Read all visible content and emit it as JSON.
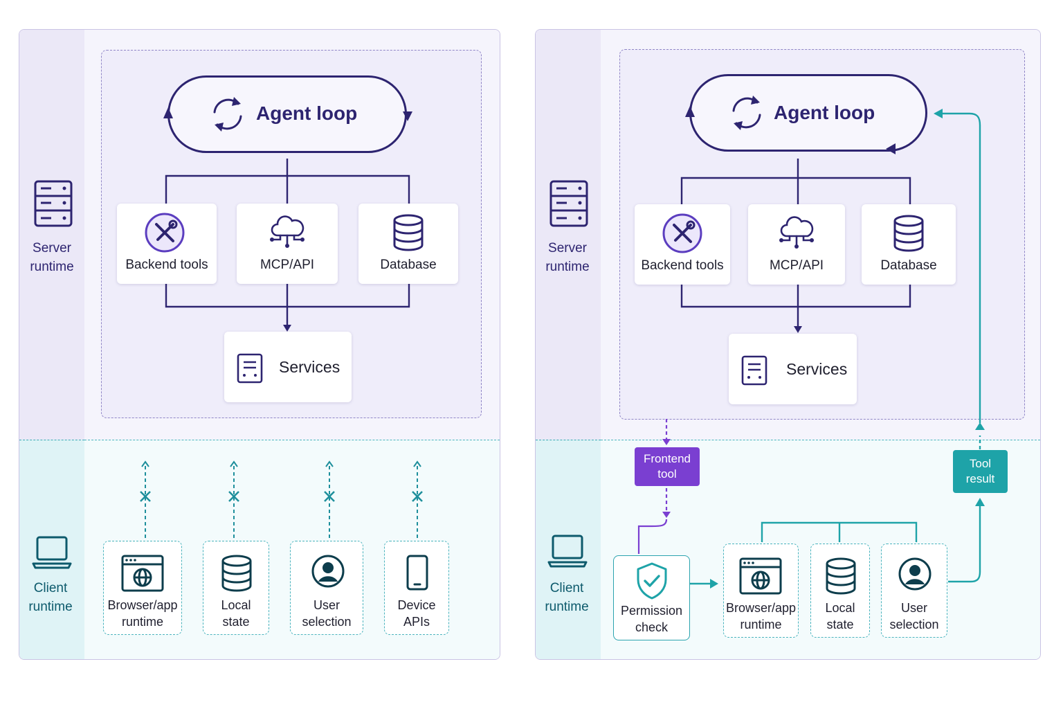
{
  "colors": {
    "navy": "#2d2470",
    "purple": "#7a3fd1",
    "teal": "#1ea3a8",
    "teal_dark": "#0d5a6c"
  },
  "left_panel": {
    "server_lane_label": "Server\nruntime",
    "client_lane_label": "Client\nruntime",
    "agent_loop_label": "Agent loop",
    "tools": [
      "Backend tools",
      "MCP/API",
      "Database"
    ],
    "services_label": "Services",
    "client_items": [
      "Browser/app\nruntime",
      "Local\nstate",
      "User\nselection",
      "Device\nAPIs"
    ]
  },
  "right_panel": {
    "server_lane_label": "Server\nruntime",
    "client_lane_label": "Client\nruntime",
    "agent_loop_label": "Agent loop",
    "tools": [
      "Backend tools",
      "MCP/API",
      "Database"
    ],
    "services_label": "Services",
    "frontend_tool_label": "Frontend\ntool",
    "tool_result_label": "Tool\nresult",
    "permission_check_label": "Permission\ncheck",
    "client_items": [
      "Browser/app\nruntime",
      "Local\nstate",
      "User\nselection"
    ]
  },
  "icons": {
    "server": "server-rack-icon",
    "laptop": "laptop-icon",
    "loop": "refresh-arrows-icon",
    "tools": "wrench-screwdriver-icon",
    "cloud": "cloud-network-icon",
    "database": "database-icon",
    "services": "document-list-icon",
    "browser": "browser-globe-icon",
    "user": "user-avatar-icon",
    "device": "phone-icon",
    "shield": "shield-check-icon",
    "blocked": "cross-icon"
  }
}
